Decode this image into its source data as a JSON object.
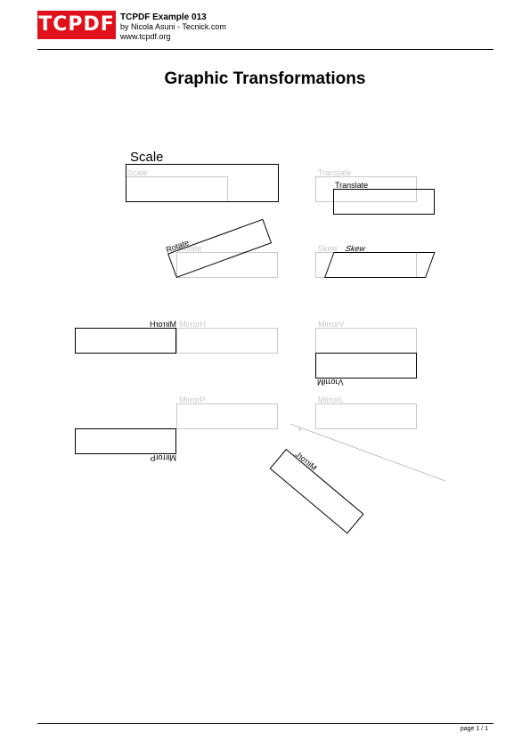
{
  "header": {
    "logo_text": "TCPDF",
    "title": "TCPDF Example 013",
    "author": "by Nicola Asuni - Tecnick.com",
    "url": "www.tcpdf.org"
  },
  "page_title": "Graphic Transformations",
  "sections": {
    "scale": {
      "big_label": "Scale",
      "ghost_label": "Scale"
    },
    "translate": {
      "ghost_label": "Translate",
      "label": "Translate"
    },
    "rotate": {
      "ghost_label": "Rotate",
      "label": "Rotate"
    },
    "skew": {
      "ghost_label": "Skew",
      "label": "Skew"
    },
    "mirror_h": {
      "ghost_label": "MirrorH",
      "label": "MirrorH"
    },
    "mirror_v": {
      "ghost_label": "MirrorV",
      "label": "MirrorV"
    },
    "mirror_p": {
      "ghost_label": "MirrorP",
      "label": "MirrorP"
    },
    "mirror_l": {
      "ghost_label": "MirrorL",
      "label": "MirrorL"
    }
  },
  "footer": {
    "page_number": "page 1 / 1"
  },
  "colors": {
    "logo_red": "#e0111b",
    "ghost_gray": "#c8c8c8"
  }
}
